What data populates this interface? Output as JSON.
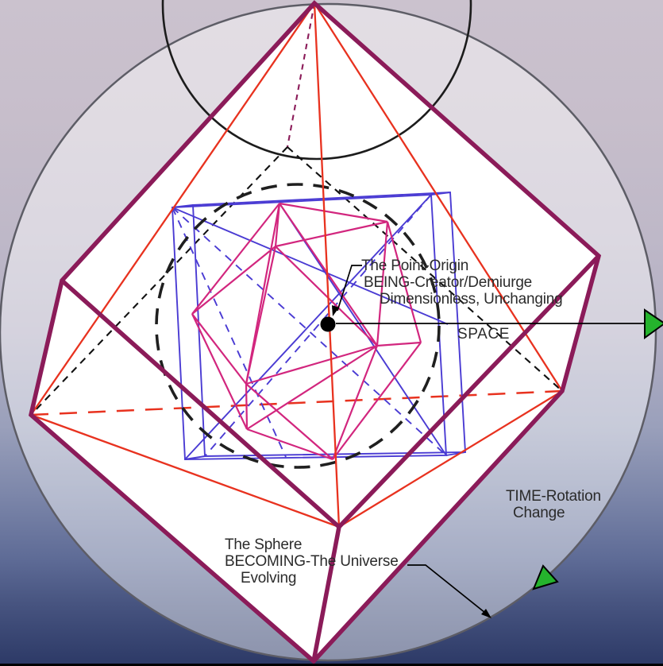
{
  "labels": {
    "point_origin": {
      "line1": "The Point-Origin",
      "line2": "BEING-Creator/Demiurge",
      "line3": "Dimensionless, Unchanging"
    },
    "space_axis": "SPACE",
    "time": {
      "line1": "TIME-Rotation",
      "line2": "Change"
    },
    "sphere": {
      "line1": "The Sphere",
      "line2": "BECOMING-The Universe",
      "line3": "Evolving"
    }
  },
  "colors": {
    "bg_top": "#cbc2ce",
    "bg_bottom": "#2c3966",
    "sphere_outline": "#5d5d66",
    "top_circle": "#1c1c1c",
    "cube": "#8b1b59",
    "cube_fill": "#ffffff",
    "tetrahedron": "#e8321f",
    "inner_blue": "#4a3bd3",
    "icosahedron": "#d2267e",
    "dashed_sphere": "#1f1f1f",
    "hidden_edge": "#111111",
    "arrow_green": "#25b32d",
    "ink": "#000000",
    "text": "#2b2b2b"
  }
}
